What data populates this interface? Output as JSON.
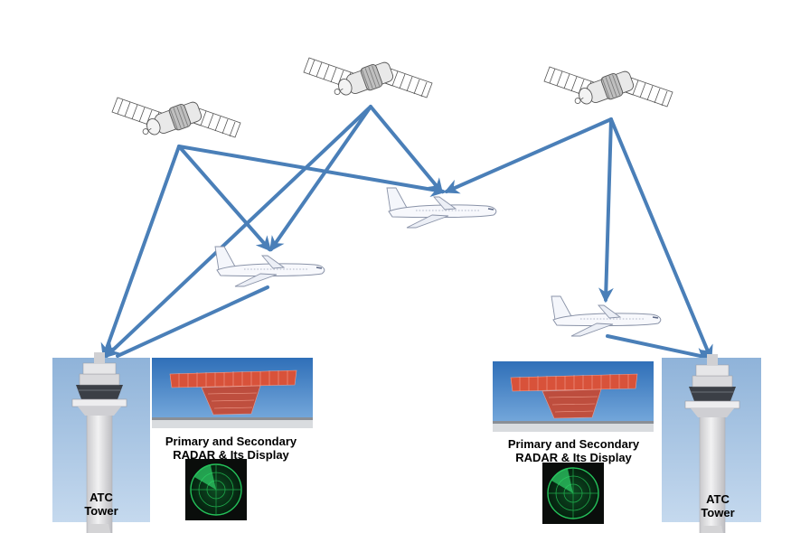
{
  "colors": {
    "arrow": "#4a7fb8",
    "sky": "#9fbfe0",
    "tower": "#e4e4e6",
    "radar_red": "#d8523a",
    "scope_green": "#1ea84a"
  },
  "satellites": [
    {
      "name": "satellite-left",
      "icon": "satellite-icon"
    },
    {
      "name": "satellite-center",
      "icon": "satellite-icon"
    },
    {
      "name": "satellite-right",
      "icon": "satellite-icon"
    }
  ],
  "aircraft": [
    {
      "name": "aircraft-center",
      "icon": "airplane-icon"
    },
    {
      "name": "aircraft-left",
      "icon": "airplane-icon"
    },
    {
      "name": "aircraft-right",
      "icon": "airplane-icon"
    }
  ],
  "stations": {
    "left": {
      "tower_line1": "ATC",
      "tower_line2": "Tower",
      "radar_line1": "Primary and Secondary",
      "radar_line2": "RADAR & Its Display"
    },
    "right": {
      "tower_line1": "ATC",
      "tower_line2": "Tower",
      "radar_line1": "Primary and Secondary",
      "radar_line2": "RADAR & Its Display"
    }
  }
}
